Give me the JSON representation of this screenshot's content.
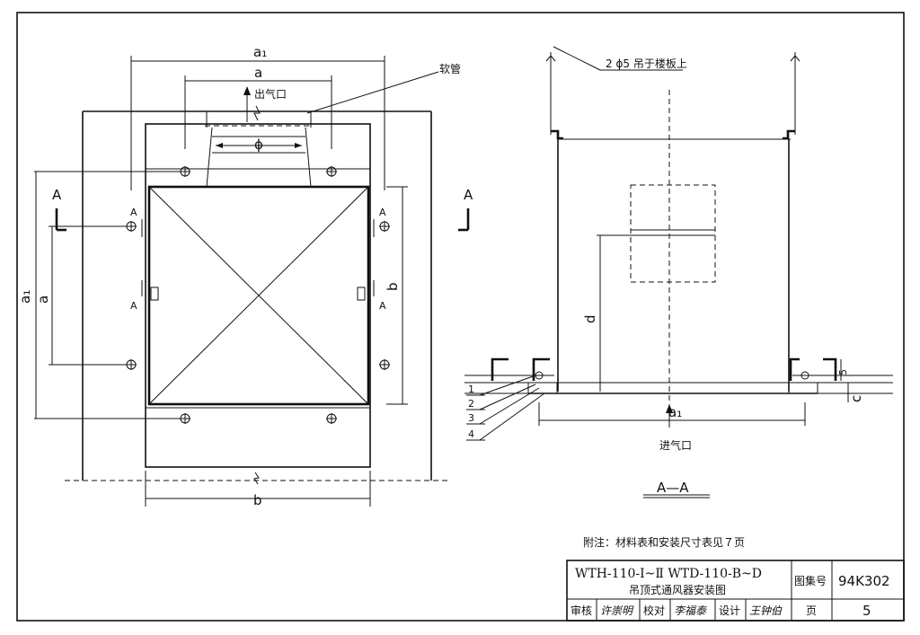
{
  "plan": {
    "dim_a1": "a₁",
    "dim_a": "a",
    "dim_b": "b",
    "left_dim_a1": "a₁",
    "left_dim_a": "a",
    "right_dim_b": "b",
    "outlet_label": "出气口",
    "hose_label": "软管",
    "phi_label": "ϕ",
    "section_left": "A",
    "section_right": "A",
    "mark_A": "A"
  },
  "section": {
    "hanger_label": "2  ϕ5 吊于楼板上",
    "dim_d": "d",
    "dim_a1": "a₁",
    "dim_c": "c",
    "dim_5": "5",
    "inlet_label": "进气口",
    "title": "A—A",
    "callouts": [
      "1",
      "2",
      "3",
      "4"
    ]
  },
  "note": "附注：材料表和安装尺寸表见７页",
  "title_block": {
    "title_line1": "WTH-110-Ⅰ~Ⅱ WTD-110-B~D",
    "title_line2": "吊顶式通风器安装图",
    "atlas_no_label": "图集号",
    "atlas_no": "94K302",
    "page_label": "页",
    "page_no": "5",
    "review_label": "审核",
    "review_sig": "许崇明",
    "check_label": "校对",
    "check_sig": "李福泰",
    "design_label": "设计",
    "design_sig": "王钟伯"
  }
}
